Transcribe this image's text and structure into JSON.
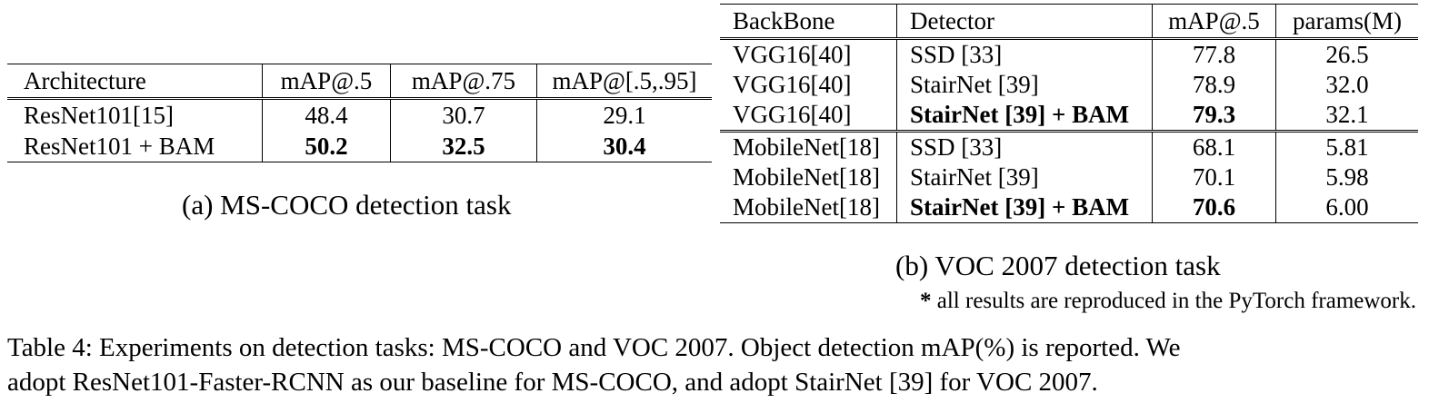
{
  "table_a": {
    "headers": [
      "Architecture",
      "mAP@.5",
      "mAP@.75",
      "mAP@[.5,.95]"
    ],
    "rows": [
      [
        "ResNet101[15]",
        "48.4",
        "30.7",
        "29.1"
      ],
      [
        "ResNet101 + BAM",
        "50.2",
        "32.5",
        "30.4"
      ]
    ],
    "caption": "(a) MS-COCO detection task"
  },
  "table_b": {
    "headers": [
      "BackBone",
      "Detector",
      "mAP@.5",
      "params(M)"
    ],
    "group1": [
      [
        "VGG16[40]",
        "SSD [33]",
        "77.8",
        "26.5"
      ],
      [
        "VGG16[40]",
        "StairNet [39]",
        "78.9",
        "32.0"
      ],
      [
        "VGG16[40]",
        "StairNet [39] + BAM",
        "79.3",
        "32.1"
      ]
    ],
    "group2": [
      [
        "MobileNet[18]",
        "SSD [33]",
        "68.1",
        "5.81"
      ],
      [
        "MobileNet[18]",
        "StairNet [39]",
        "70.1",
        "5.98"
      ],
      [
        "MobileNet[18]",
        "StairNet [39] + BAM",
        "70.6",
        "6.00"
      ]
    ],
    "caption": "(b) VOC 2007 detection task",
    "note_star": "*",
    "note": "all results are reproduced in the PyTorch framework."
  },
  "main_caption": {
    "line1": "Table 4: Experiments on detection tasks: MS-COCO and VOC 2007.  Object detection mAP(%) is reported.  We",
    "line2": "adopt ResNet101-Faster-RCNN as our baseline for MS-COCO, and adopt StairNet [39] for VOC 2007."
  }
}
